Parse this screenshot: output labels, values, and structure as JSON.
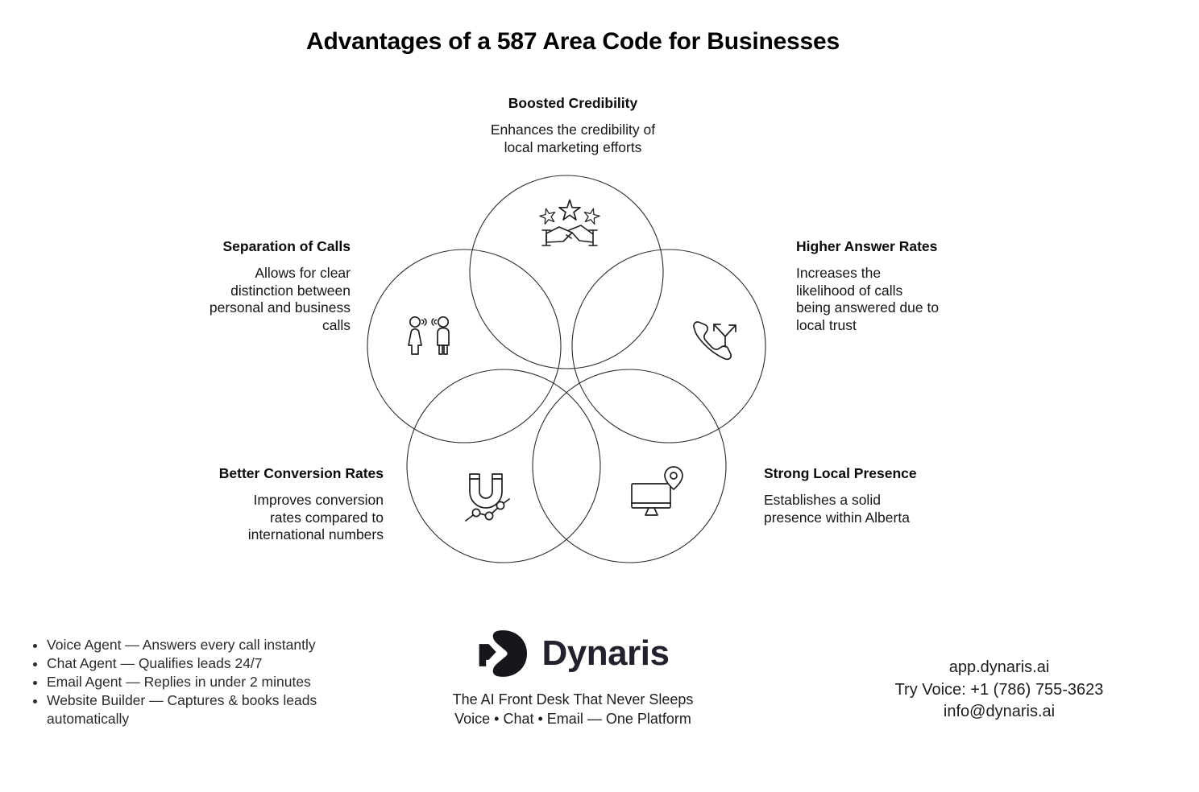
{
  "page": {
    "title": "Advantages of a 587 Area Code for Businesses",
    "background_color": "#ffffff",
    "text_color": "#111111",
    "diagram_stroke_color": "#2a2a2a"
  },
  "diagram": {
    "type": "venn-five-circles",
    "nodes": {
      "boosted": {
        "title": "Boosted Credibility",
        "desc": "Enhances the credibility of\nlocal marketing efforts",
        "icon": "stars-handshake-icon"
      },
      "separation": {
        "title": "Separation of Calls",
        "desc": "Allows for clear\ndistinction between\npersonal and business\ncalls",
        "icon": "two-people-talking-icon"
      },
      "higher": {
        "title": "Higher Answer Rates",
        "desc": "Increases the\nlikelihood of calls\nbeing answered due to\nlocal trust",
        "icon": "phone-forward-icon"
      },
      "better": {
        "title": "Better Conversion Rates",
        "desc": "Improves conversion\nrates compared to\ninternational numbers",
        "icon": "magnet-chart-icon"
      },
      "strong": {
        "title": "Strong Local Presence",
        "desc": "Establishes a solid\npresence within Alberta",
        "icon": "monitor-location-pin-icon"
      }
    }
  },
  "footer": {
    "features": [
      "Voice Agent — Answers every call instantly",
      "Chat Agent — Qualifies leads 24/7",
      "Email Agent — Replies in under 2 minutes",
      "Website Builder — Captures & books leads automatically"
    ],
    "brand": {
      "name": "Dynaris",
      "logo_icon": "dynaris-d-logo-icon",
      "logo_color": "#16161d",
      "tagline1": "The AI Front Desk That Never Sleeps",
      "tagline2": "Voice • Chat • Email — One Platform"
    },
    "contact": {
      "website": "app.dynaris.ai",
      "phone": "Try Voice: +1 (786) 755-3623",
      "email": "info@dynaris.ai"
    }
  }
}
